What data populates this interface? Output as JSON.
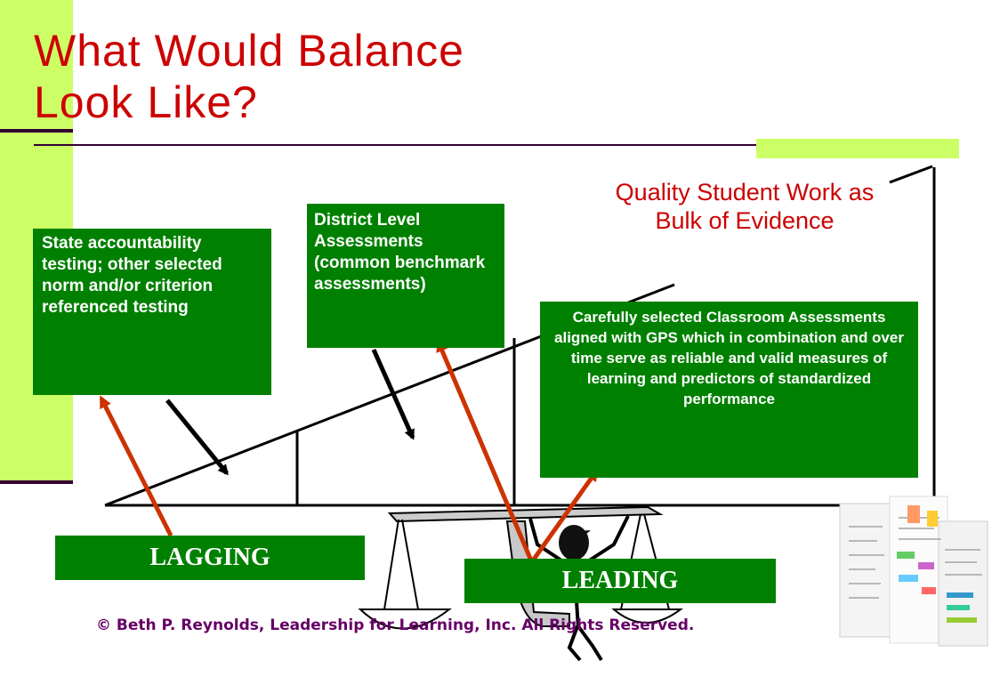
{
  "slide": {
    "title_line1": "What Would Balance",
    "title_line2": "Look Like?"
  },
  "boxes": {
    "state_testing": "State accountability testing; other selected norm and/or criterion referenced testing",
    "district": "District Level Assessments (common benchmark assessments)",
    "classroom": "Carefully selected Classroom Assessments aligned with GPS which in combination and over time serve as reliable and valid measures of learning and predictors of standardized performance"
  },
  "quality_label": "Quality Student Work as Bulk of Evidence",
  "lagging_label": "LAGGING",
  "leading_label": "LEADING",
  "copyright": "© Beth P. Reynolds, Leadership for Learning, Inc.  All Rights Reserved.",
  "colors": {
    "accent_green": "#ccff66",
    "box_green": "#008000",
    "title_red": "#cc0000",
    "arrow_orange": "#cc3300",
    "copyright_purple": "#660066"
  },
  "icons": [
    "balance-scale-icon",
    "stick-figure-icon",
    "document-collage-icon"
  ]
}
